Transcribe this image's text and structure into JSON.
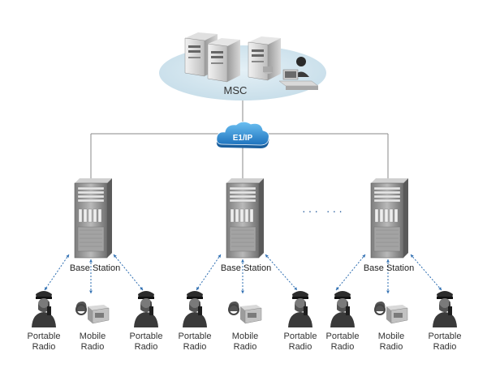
{
  "core": {
    "label": "MSC",
    "link_label": "E1/IP"
  },
  "base_stations": [
    {
      "label": "Base Station"
    },
    {
      "label": "Base Station"
    },
    {
      "label": "Base Station"
    }
  ],
  "ellipsis": "···  ···",
  "terminals": [
    {
      "type": "portable",
      "line1": "Portable",
      "line2": "Radio"
    },
    {
      "type": "mobile",
      "line1": "Mobile",
      "line2": "Radio"
    },
    {
      "type": "portable",
      "line1": "Portable",
      "line2": "Radio"
    },
    {
      "type": "portable",
      "line1": "Portable",
      "line2": "Radio"
    },
    {
      "type": "mobile",
      "line1": "Mobile",
      "line2": "Radio"
    },
    {
      "type": "portable",
      "line1": "Portable",
      "line2": "Radio"
    },
    {
      "type": "portable",
      "line1": "Portable",
      "line2": "Radio"
    },
    {
      "type": "mobile",
      "line1": "Mobile",
      "line2": "Radio"
    },
    {
      "type": "portable",
      "line1": "Portable",
      "line2": "Radio"
    }
  ],
  "colors": {
    "msc_ellipse": "#cfe3ee",
    "cloud": "#2f8fd6",
    "link_line": "#888888",
    "radio_link": "#2b6cb0"
  }
}
